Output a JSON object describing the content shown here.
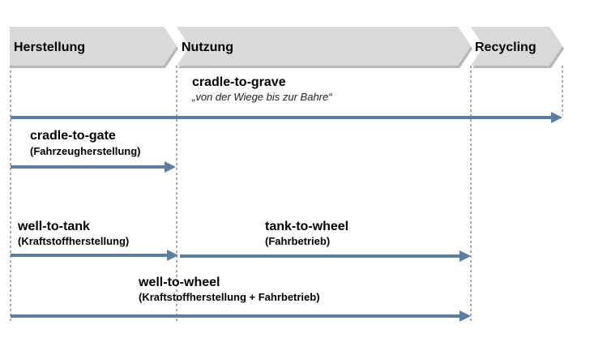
{
  "colors": {
    "phase_fill": "#d9d9d9",
    "phase_shadow": "#b7b7b7",
    "arrow": "#5a7ea3",
    "dash": "#555555"
  },
  "phases": [
    {
      "id": "herstellung",
      "label": "Herstellung"
    },
    {
      "id": "nutzung",
      "label": "Nutzung"
    },
    {
      "id": "recycling",
      "label": "Recycling"
    }
  ],
  "flows": [
    {
      "id": "cradle-to-grave",
      "title": "cradle-to-grave",
      "subtitle": "„von der Wiege bis zur Bahre“",
      "from_phase": "herstellung",
      "to_phase": "recycling"
    },
    {
      "id": "cradle-to-gate",
      "title": "cradle-to-gate",
      "subtitle": "(Fahrzeugherstellung)",
      "from_phase": "herstellung",
      "to_phase": "herstellung"
    },
    {
      "id": "well-to-tank",
      "title": "well-to-tank",
      "subtitle": "(Kraftstoffherstellung)",
      "from_phase": "herstellung",
      "to_phase": "herstellung"
    },
    {
      "id": "tank-to-wheel",
      "title": "tank-to-wheel",
      "subtitle": "(Fahrbetrieb)",
      "from_phase": "nutzung",
      "to_phase": "nutzung"
    },
    {
      "id": "well-to-wheel",
      "title": "well-to-wheel",
      "subtitle": "(Kraftstoffherstellung + Fahrbetrieb)",
      "from_phase": "herstellung",
      "to_phase": "nutzung"
    }
  ]
}
